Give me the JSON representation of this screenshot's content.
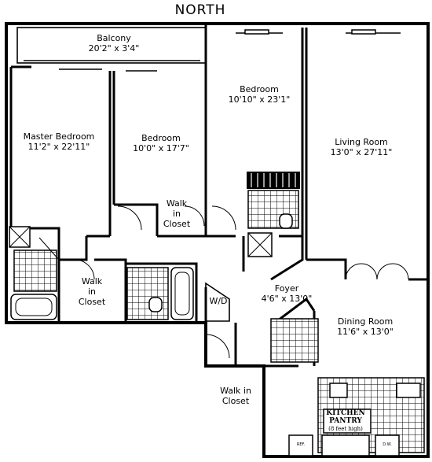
{
  "compass": "NORTH",
  "rooms": [
    {
      "name": "Balcony",
      "dims": "20'2\" x 3'4\""
    },
    {
      "name": "Master Bedroom",
      "dims": "11'2\" x 22'11\""
    },
    {
      "name": "Bedroom",
      "dims": "10'0\" x 17'7\""
    },
    {
      "name": "Bedroom",
      "dims": "10'10\" x 23'1\""
    },
    {
      "name": "Living Room",
      "dims": "13'0\" x 27'11\""
    },
    {
      "name": "Foyer",
      "dims": "4'6\" x 13'0\""
    },
    {
      "name": "Dining Room",
      "dims": "11'6\" x 13'0\""
    }
  ],
  "closets": [
    {
      "line1": "Walk",
      "line2": "in",
      "line3": "Closet"
    },
    {
      "line1": "Walk",
      "line2": "in",
      "line3": "Closet"
    },
    {
      "line1": "Walk in",
      "line2": "Closet"
    }
  ],
  "laundry": "W/D",
  "kitchen": {
    "line1": "KITCHEN",
    "line2": "PANTRY",
    "line3": "(8 feet high)"
  },
  "appliances": {
    "refrigerator": "REF.",
    "dishwasher": "D.W."
  }
}
